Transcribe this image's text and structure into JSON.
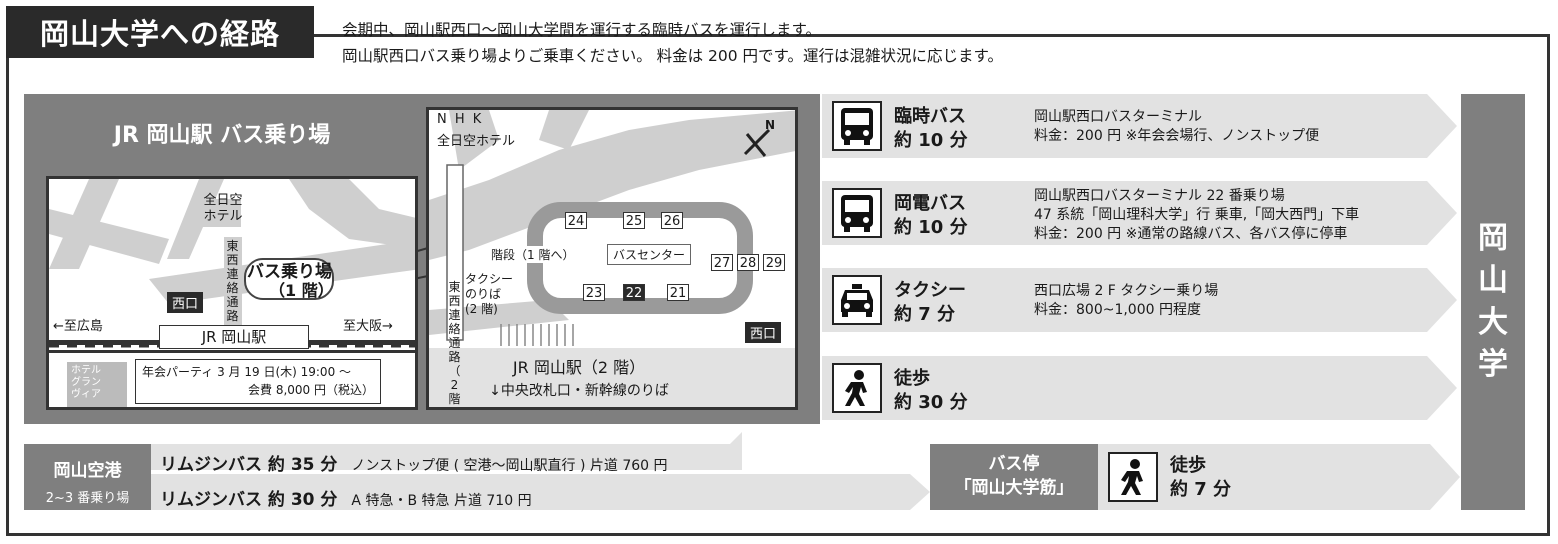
{
  "title": "岡山大学への経路",
  "intro": {
    "line1": "会期中、岡山駅西口～岡山大学間を運行する臨時バスを運行します。",
    "line2": "岡山駅西口バス乗り場よりご乗車ください。 料金は 200 円です。運行は混雑状況に応じます。"
  },
  "left_panel": {
    "title": "JR 岡山駅  バス乗り場",
    "map1": {
      "ana_hotel": [
        "全日空",
        "ホテル"
      ],
      "connecting_path": "東西連絡通路",
      "bus_stop_label": "バス乗り場",
      "floor": "（1 階）",
      "west_exit": "西口",
      "to_hiroshima": "←至広島",
      "to_osaka": "至大阪→",
      "station": "JR 岡山駅",
      "hotel_granvia": [
        "ホテル",
        "グラン",
        "ヴィア"
      ],
      "party_line1": "年会パーティ  3 月 19 日(木) 19:00 ～",
      "party_line2": "会費 8,000 円（税込）"
    },
    "map2": {
      "nhk": "N H K",
      "ana_hotel": "全日空ホテル",
      "north": "N",
      "stairs": "階段（1 階へ）",
      "bus_center": "バスセンター",
      "taxi": [
        "タクシー",
        "のりば",
        "(2 階)"
      ],
      "connecting_path": "東西連絡通路（2階）",
      "west_exit": "西口",
      "station": "JR 岡山駅（2 階）",
      "gate": "↓中央改札口・新幹線のりば",
      "stops_top": [
        "24",
        "25",
        "26"
      ],
      "stops_right": [
        "27",
        "28",
        "29"
      ],
      "stops_bottom": [
        "23",
        "22",
        "21"
      ]
    }
  },
  "routes": [
    {
      "icon": "bus-icon",
      "mode": "臨時バス",
      "time": "約 10 分",
      "lines": [
        "岡山駅西口バスターミナル",
        "料金：200 円   ※年会会場行、ノンストップ便"
      ]
    },
    {
      "icon": "bus-icon",
      "mode": "岡電バス",
      "time": "約 10 分",
      "lines": [
        "岡山駅西口バスターミナル 22 番乗り場",
        "47 系統「岡山理科大学」行  乗車,「岡大西門」下車",
        "料金：200 円   ※通常の路線バス、各バス停に停車"
      ]
    },
    {
      "icon": "taxi-icon",
      "mode": "タクシー",
      "time": "約 7 分",
      "lines": [
        "西口広場 2 F  タクシー乗り場",
        "料金：800~1,000 円程度"
      ]
    },
    {
      "icon": "walking-icon",
      "mode": "徒歩",
      "time": "約 30 分",
      "lines": []
    }
  ],
  "destination": [
    "岡",
    "山",
    "大",
    "学"
  ],
  "airport": {
    "name": "岡山空港",
    "platform": "2~3 番乗り場",
    "limo1": "リムジンバス 約 35 分",
    "limo1_detail": "ノンストップ便 ( 空港～岡山駅直行 ) 片道 760 円",
    "limo2": "リムジンバス 約 30 分",
    "limo2_detail": "A 特急・B 特急   片道 710 円"
  },
  "bus_stop": {
    "line1": "バス停",
    "line2": "「岡山大学筋」",
    "mode": "徒歩",
    "time": "約 7 分"
  },
  "colors": {
    "panel_gray": "#7f7f7f",
    "arrow_gray": "#e2e2e2",
    "dark": "#2a2a2a"
  }
}
